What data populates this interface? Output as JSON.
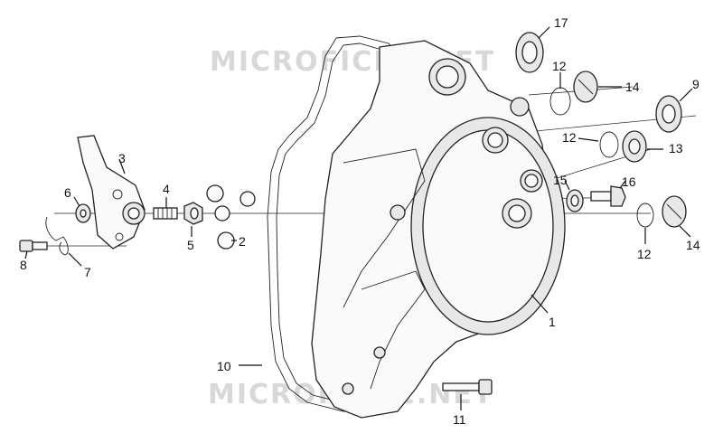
{
  "watermark": {
    "top": "MICROFICHE.NET",
    "bottom": "MICROFICHE.NET"
  },
  "callouts": {
    "c1": "1",
    "c2": "2",
    "c3": "3",
    "c4": "4",
    "c5": "5",
    "c6": "6",
    "c7": "7",
    "c8": "8",
    "c9": "9",
    "c10": "10",
    "c11": "11",
    "c12a": "12",
    "c12b": "12",
    "c12c": "12",
    "c13": "13",
    "c14a": "14",
    "c14b": "14",
    "c15": "15",
    "c16": "16",
    "c17": "17"
  },
  "colors": {
    "line": "#111111",
    "watermark": "#d8d8d8",
    "background": "#ffffff"
  }
}
